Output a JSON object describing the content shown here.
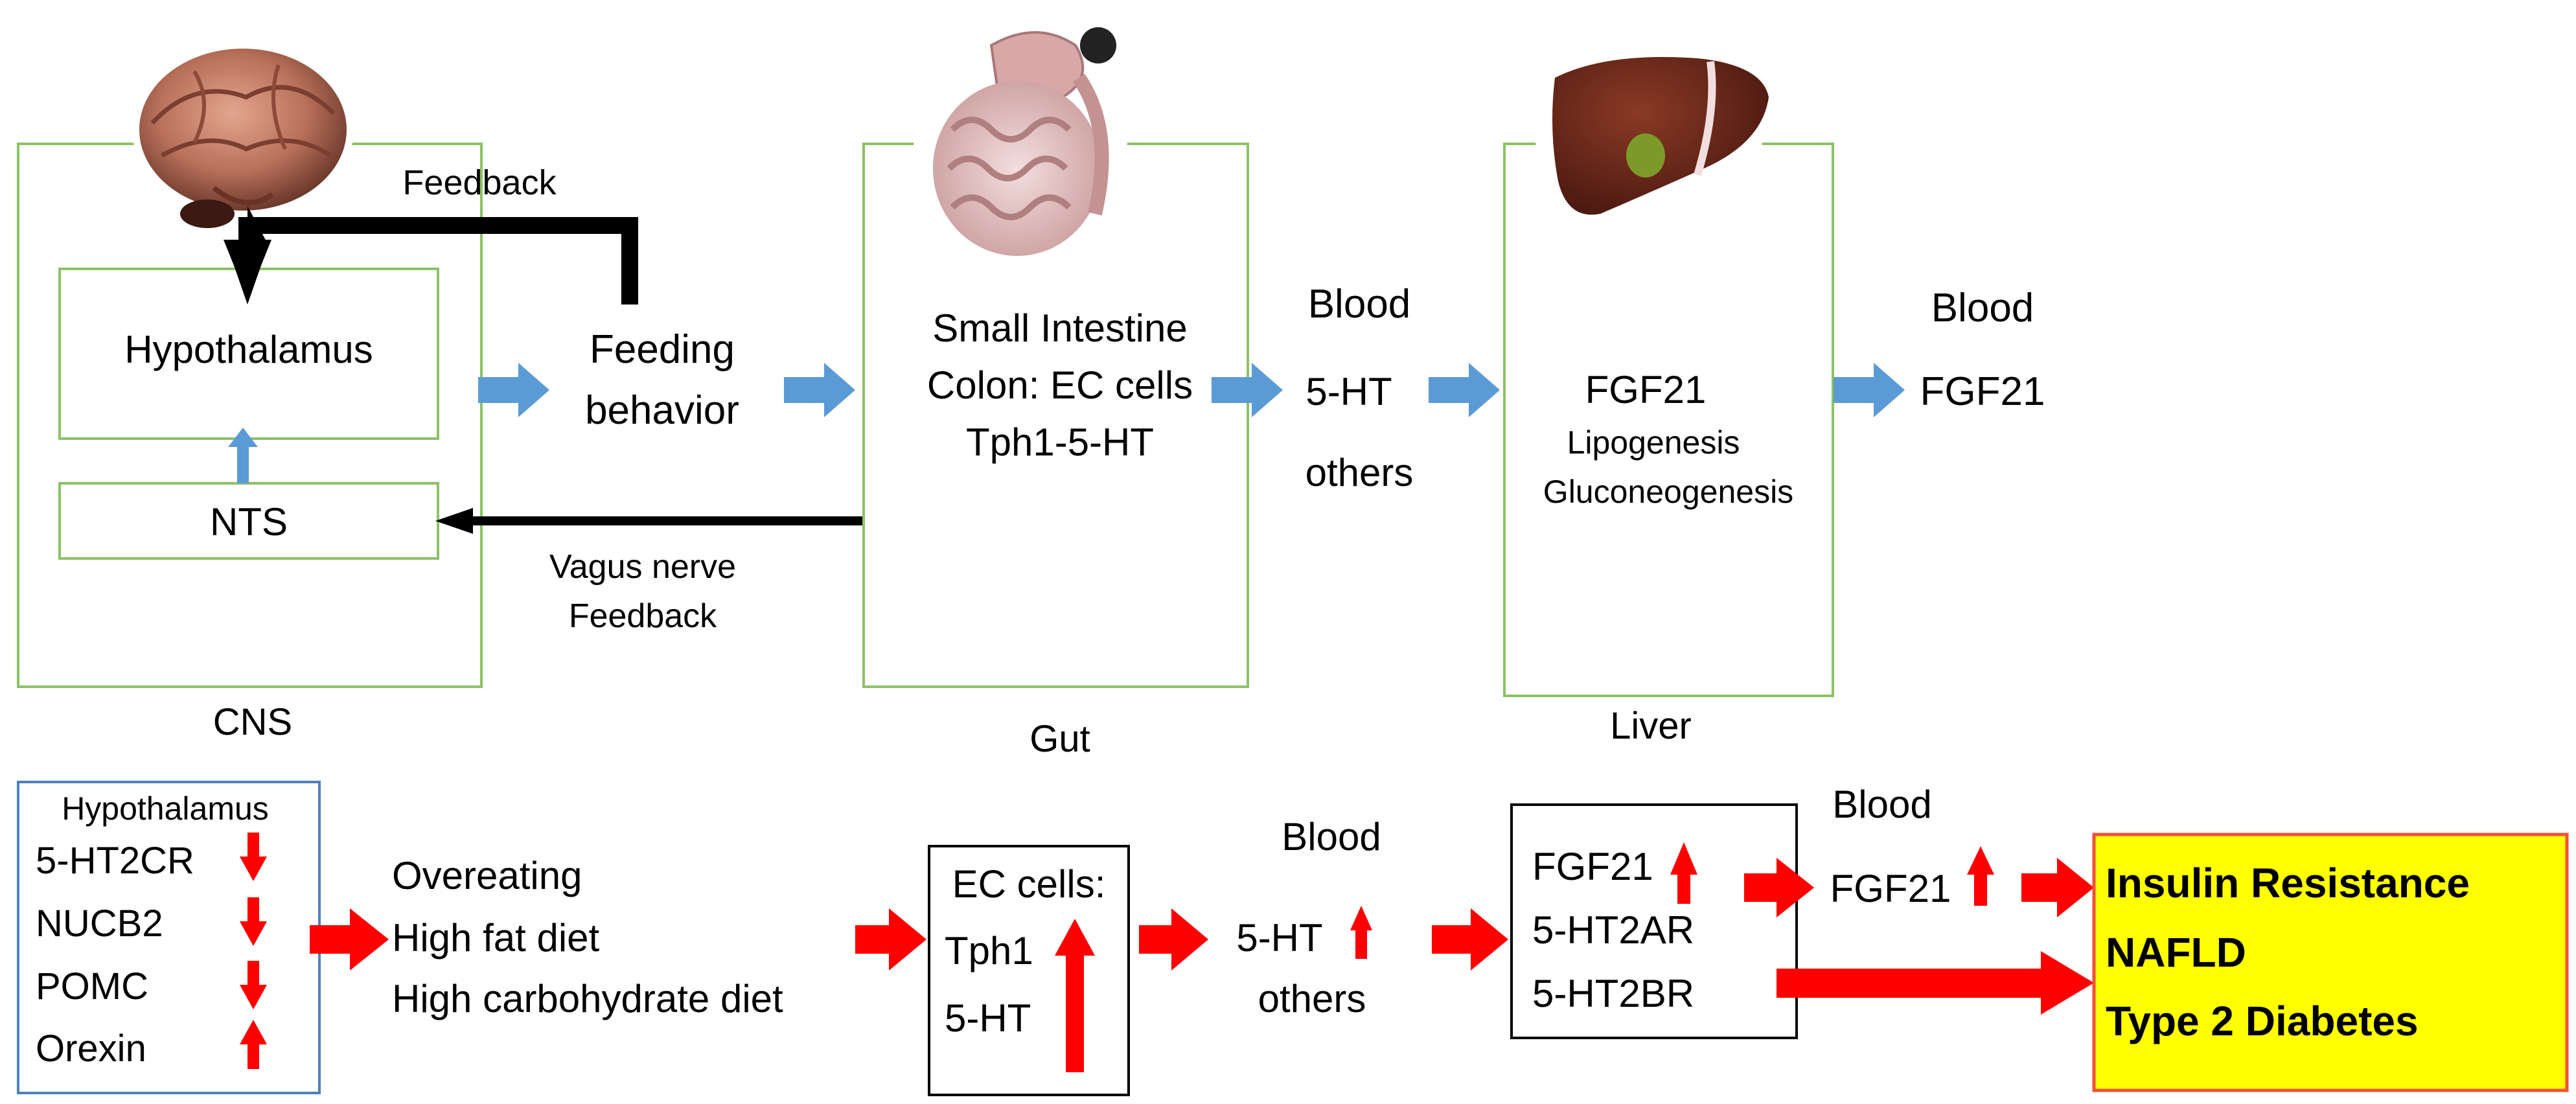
{
  "top_row": {
    "cns": {
      "label": "CNS",
      "feedback_label": "Feedback",
      "hypothalamus": "Hypothalamus",
      "nts": "NTS",
      "icon": "brain-icon"
    },
    "feeding": {
      "line1": "Feeding",
      "line2": "behavior"
    },
    "vagus": {
      "line1": "Vagus nerve",
      "line2": "Feedback"
    },
    "gut": {
      "label": "Gut",
      "line1": "Small Intestine",
      "line2": "Colon: EC cells",
      "line3": "Tph1-5-HT",
      "icon": "intestine-icon"
    },
    "blood1": {
      "title": "Blood",
      "line1": "5-HT",
      "line2": "others"
    },
    "liver": {
      "label": "Liver",
      "line1": "FGF21",
      "line2": "Lipogenesis",
      "line3": "Gluconeogenesis",
      "icon": "liver-icon"
    },
    "blood2": {
      "title": "Blood",
      "line1": "FGF21"
    }
  },
  "bottom_row": {
    "hypothalamus_box": {
      "title": "Hypothalamus",
      "items": [
        {
          "label": "5-HT2CR",
          "direction": "down"
        },
        {
          "label": "NUCB2",
          "direction": "down"
        },
        {
          "label": "POMC",
          "direction": "down"
        },
        {
          "label": "Orexin",
          "direction": "up"
        }
      ]
    },
    "diet": [
      "Overeating",
      "High fat diet",
      "High carbohydrate diet"
    ],
    "ec_box": {
      "title": "EC cells:",
      "item1": "Tph1",
      "item2": "5-HT"
    },
    "blood1": {
      "title": "Blood",
      "line1": "5-HT",
      "line2": "others"
    },
    "liver_box": {
      "item1": "FGF21",
      "item2": "5-HT2AR",
      "item3": "5-HT2BR"
    },
    "blood2": {
      "title": "Blood",
      "line1": "FGF21"
    },
    "outcome": [
      "Insulin Resistance",
      "NAFLD",
      "Type 2 Diabetes"
    ]
  },
  "colors": {
    "green_border": "#8cc265",
    "blue_border": "#4f81bd",
    "blue_arrow": "#5b9bd5",
    "red_arrow": "#ff0000",
    "outcome_fill": "#ffff00",
    "outcome_border": "#f0503c"
  }
}
